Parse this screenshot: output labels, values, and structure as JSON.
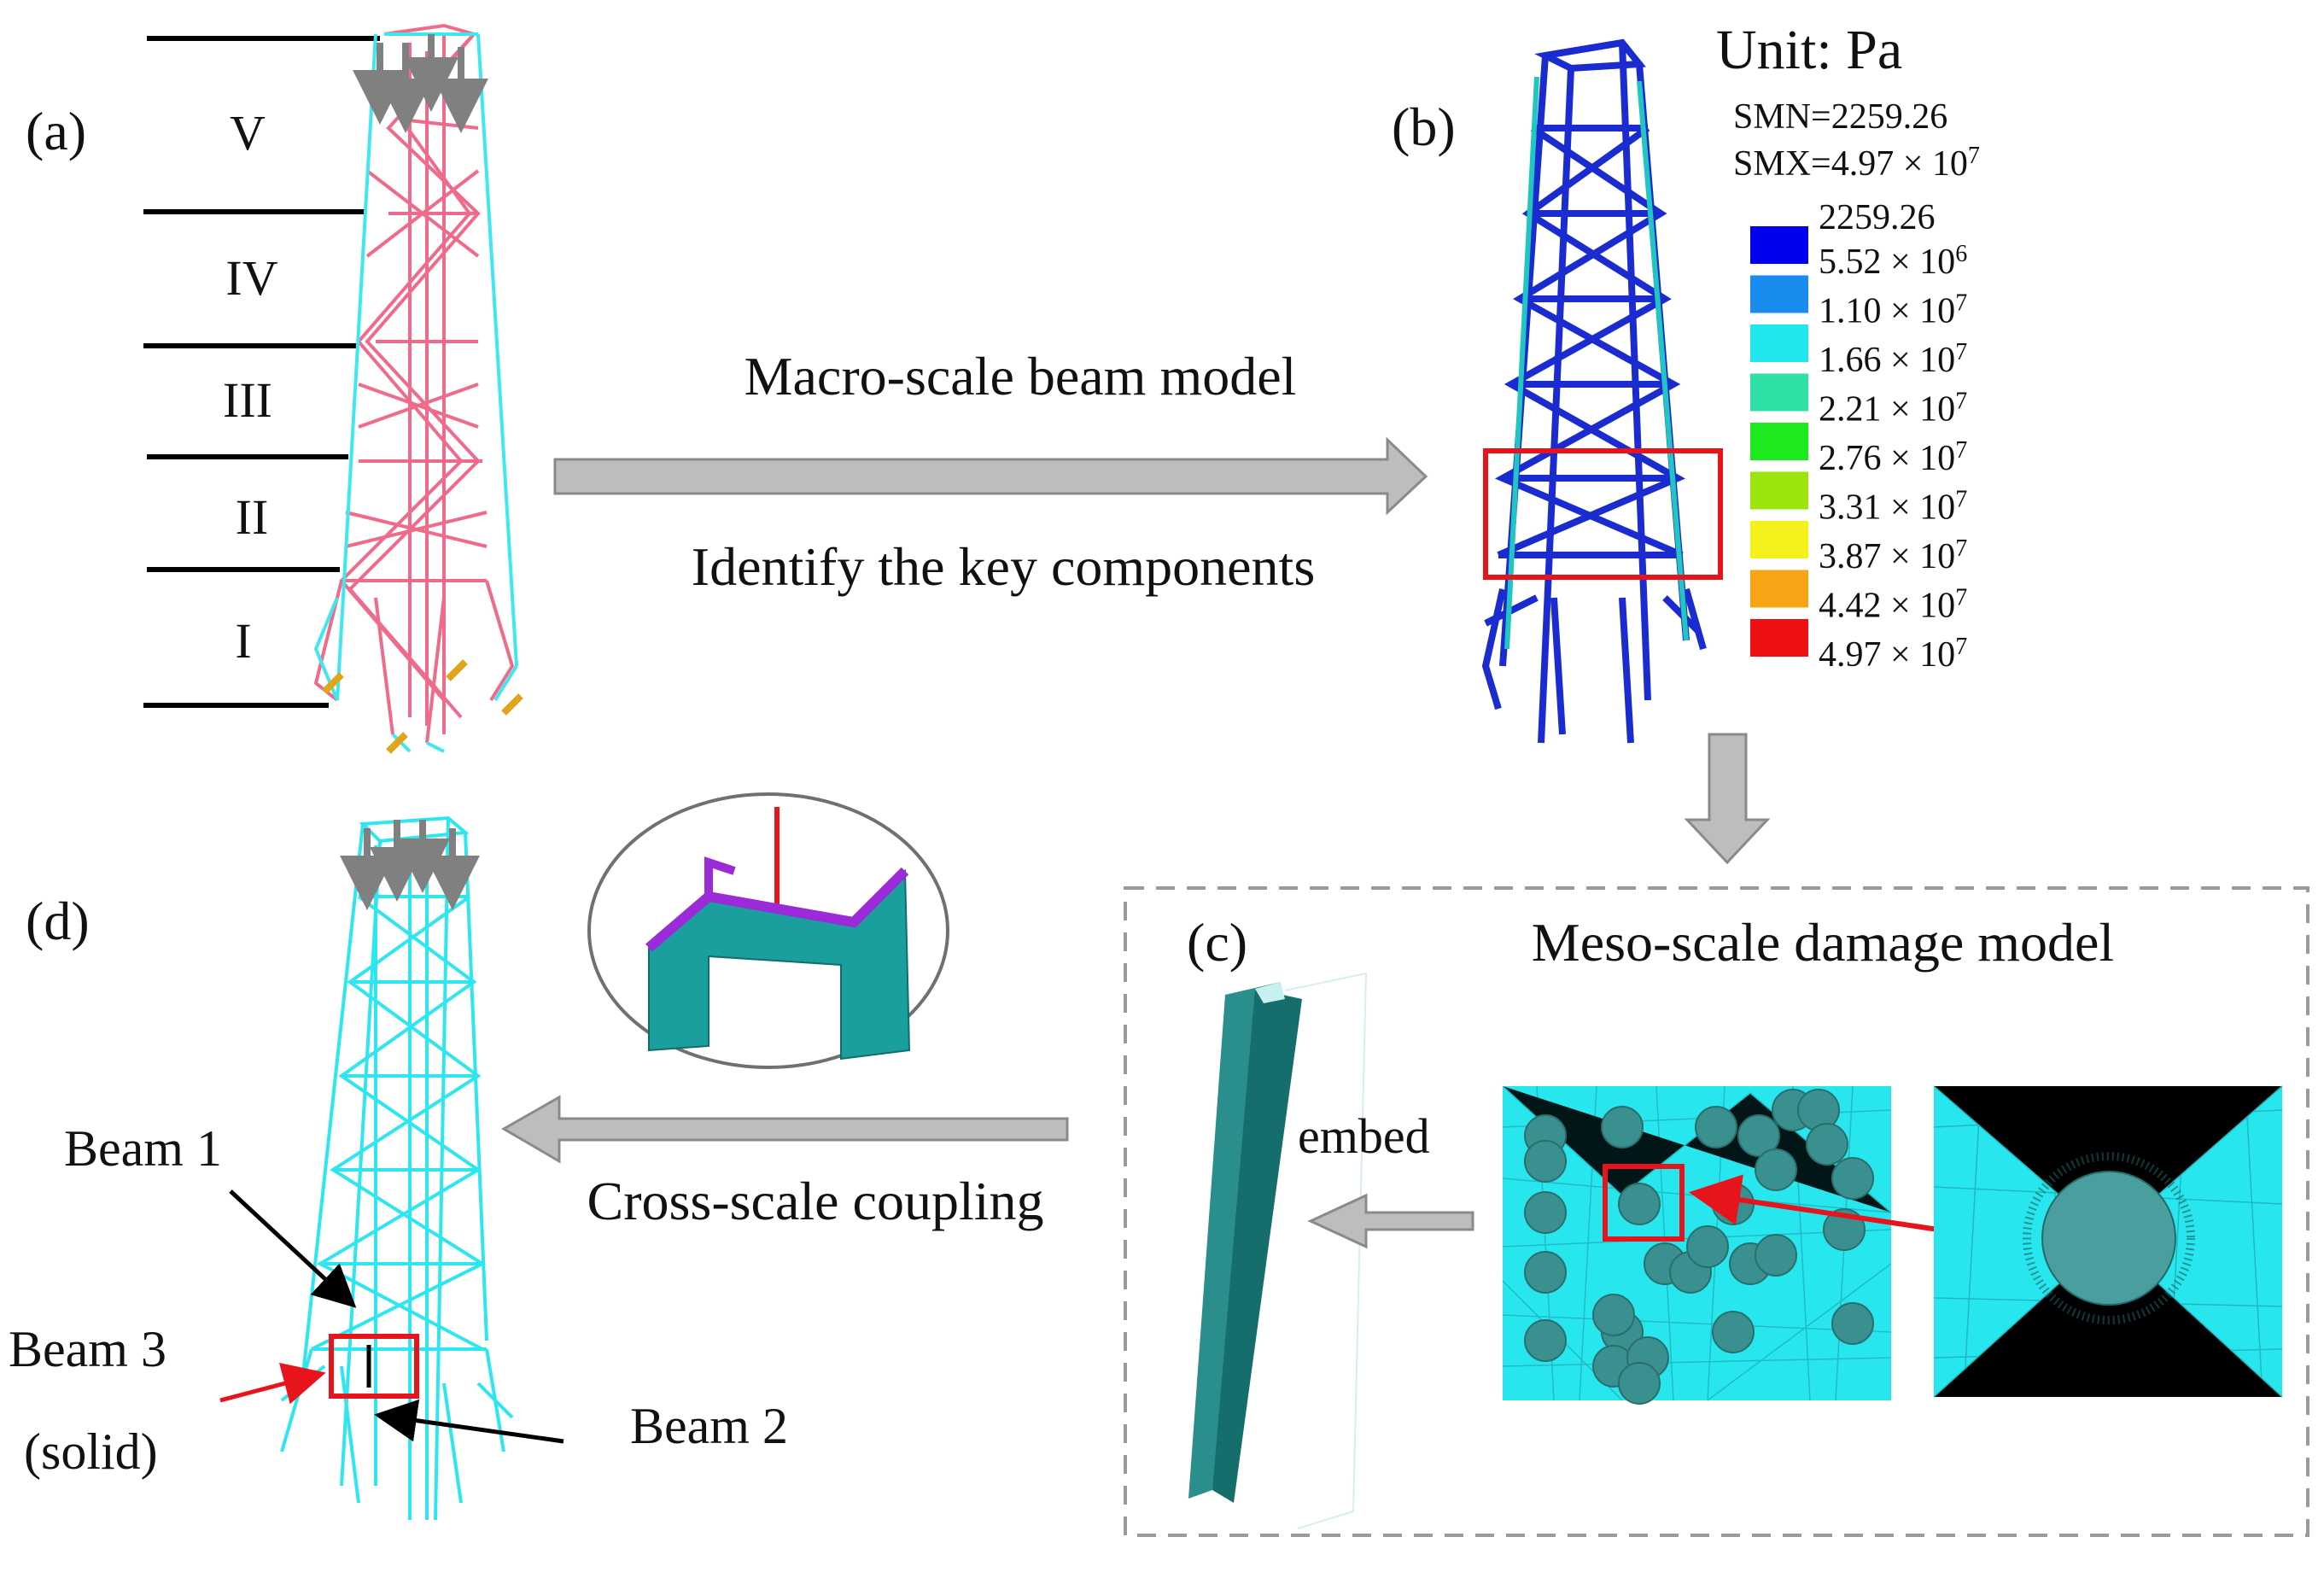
{
  "panels": {
    "a": {
      "label": "(a)",
      "segments": [
        "V",
        "IV",
        "III",
        "II",
        "I"
      ]
    },
    "b": {
      "label": "(b)",
      "unit": "Unit: Pa",
      "smn": "SMN=2259.26",
      "smx": "SMX=4.97 × 10",
      "smx_exp": "7",
      "legend_top": "2259.26",
      "legend": [
        {
          "text": "5.52 × 10",
          "exp": "6",
          "color": "#0000ee"
        },
        {
          "text": "1.10 × 10",
          "exp": "7",
          "color": "#1a8cf0"
        },
        {
          "text": "1.66 × 10",
          "exp": "7",
          "color": "#22e6ee"
        },
        {
          "text": "2.21 × 10",
          "exp": "7",
          "color": "#2fe0a6"
        },
        {
          "text": "2.76 × 10",
          "exp": "7",
          "color": "#1ee81e"
        },
        {
          "text": "3.31 × 10",
          "exp": "7",
          "color": "#9be40e"
        },
        {
          "text": "3.87 × 10",
          "exp": "7",
          "color": "#f4f01a"
        },
        {
          "text": "4.42 × 10",
          "exp": "7",
          "color": "#f7a514"
        },
        {
          "text": "4.97 × 10",
          "exp": "7",
          "color": "#ee1010"
        }
      ]
    },
    "c": {
      "label": "(c)",
      "title": "Meso-scale damage model",
      "embed": "embed"
    },
    "d": {
      "label": "(d)",
      "beam1": "Beam 1",
      "beam2": "Beam 2",
      "beam3": "Beam 3",
      "beam3_sub": "(solid)"
    }
  },
  "arrows": {
    "macro": "Macro-scale beam model",
    "identify": "Identify the key components",
    "coupling": "Cross-scale coupling"
  },
  "colors": {
    "tower_a_brace": "#f06a8a",
    "tower_a_main": "#3ee8ee",
    "tower_b": "#1a2cd0",
    "tower_d": "#2ee6f0",
    "highlight": "#e8141c",
    "arrow_fill": "#bdbdbd",
    "arrow_stroke": "#8a8a8a",
    "mesh_bg": "#27e6ee",
    "inclusion": "#3a8f8f"
  }
}
